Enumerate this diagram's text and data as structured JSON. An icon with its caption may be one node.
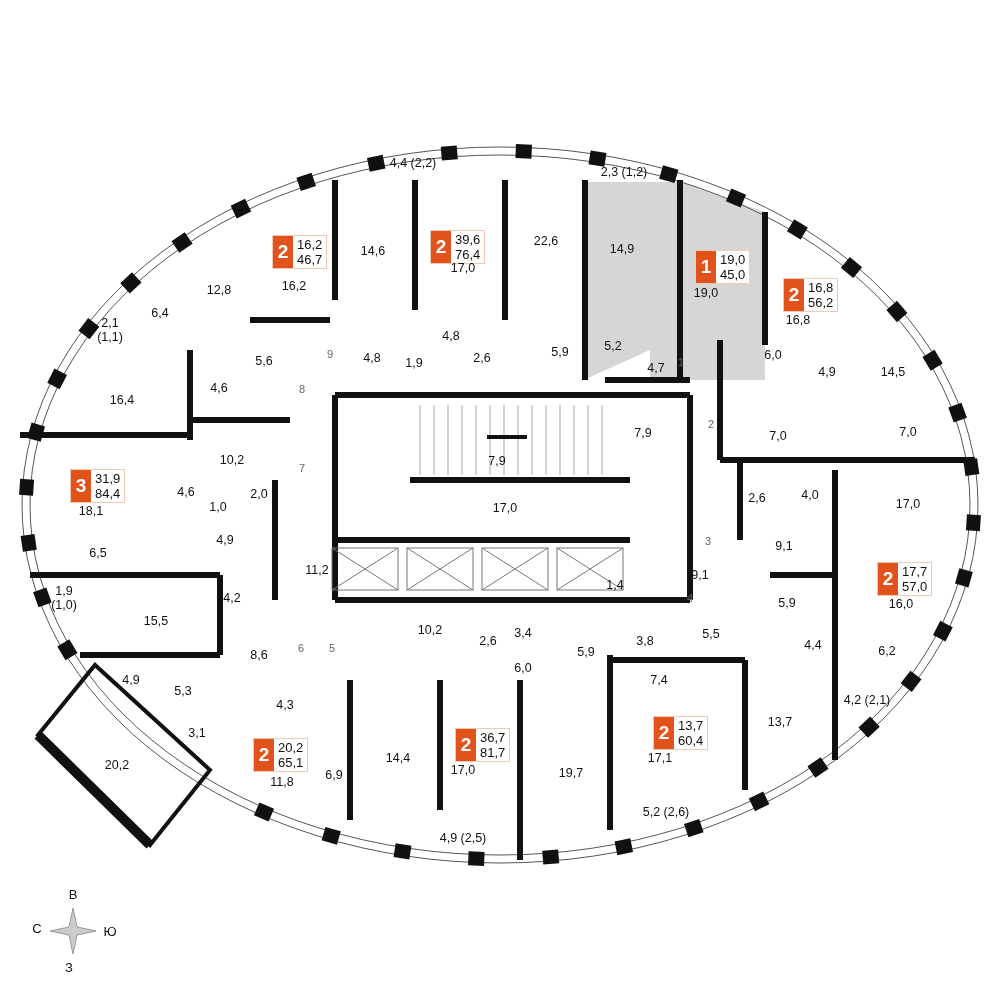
{
  "diagram": {
    "nodes": [
      {
        "text": [
          "2",
          "39,6",
          "76,4"
        ]
      },
      {
        "text": [
          "2",
          "16,2",
          "46,7"
        ]
      },
      {
        "text": [
          "1",
          "19,0",
          "45,0"
        ]
      },
      {
        "text": [
          "2",
          "16,8",
          "56,2"
        ]
      },
      {
        "text": [
          "3",
          "31,9",
          "84,4"
        ]
      },
      {
        "text": [
          "2",
          "17,7",
          "57,0"
        ]
      },
      {
        "text": [
          "2",
          "13,7",
          "60,4"
        ]
      },
      {
        "text": [
          "2",
          "36,7",
          "81,7"
        ]
      },
      {
        "text": [
          "2",
          "20,2",
          "65,1"
        ]
      }
    ],
    "labels": [
      "4,4 (2,2)",
      "2,3 (1,2)",
      "14,6",
      "22,6",
      "14,9",
      "17,0",
      "12,8",
      "16,2",
      "19,0",
      "2,1 (1,1)",
      "6,4",
      "16,8",
      "4,8",
      "5,6",
      "9",
      "4,8",
      "1,9",
      "2,6",
      "5,9",
      "5,2",
      "4,7",
      "1",
      "6,0",
      "4,9",
      "14,5",
      "16,4",
      "4,6",
      "8",
      "7,9",
      "2",
      "7,0",
      "7,0",
      "10,2",
      "7",
      "7,9",
      "18,1",
      "4,6",
      "1,0",
      "2,0",
      "17,0",
      "2,6",
      "4,0",
      "17,0",
      "6,5",
      "4,9",
      "3",
      "9,1",
      "11,2",
      "1,4",
      "9,1",
      "1,9 (1,0)",
      "4,2",
      "4",
      "5,9",
      "16,0",
      "15,5",
      "8,6",
      "6",
      "5",
      "10,2",
      "2,6",
      "3,4",
      "5,9",
      "3,8",
      "5,5",
      "4,4",
      "6,2",
      "4,9",
      "5,3",
      "4,3",
      "6,0",
      "7,4",
      "4,2 (2,1)",
      "3,1",
      "13,7",
      "20,2",
      "11,8",
      "6,9",
      "14,4",
      "17,0",
      "19,7",
      "17,1",
      "5,2 (2,6)",
      "4,9 (2,5)",
      "В",
      "С",
      "Ю",
      "З"
    ]
  }
}
